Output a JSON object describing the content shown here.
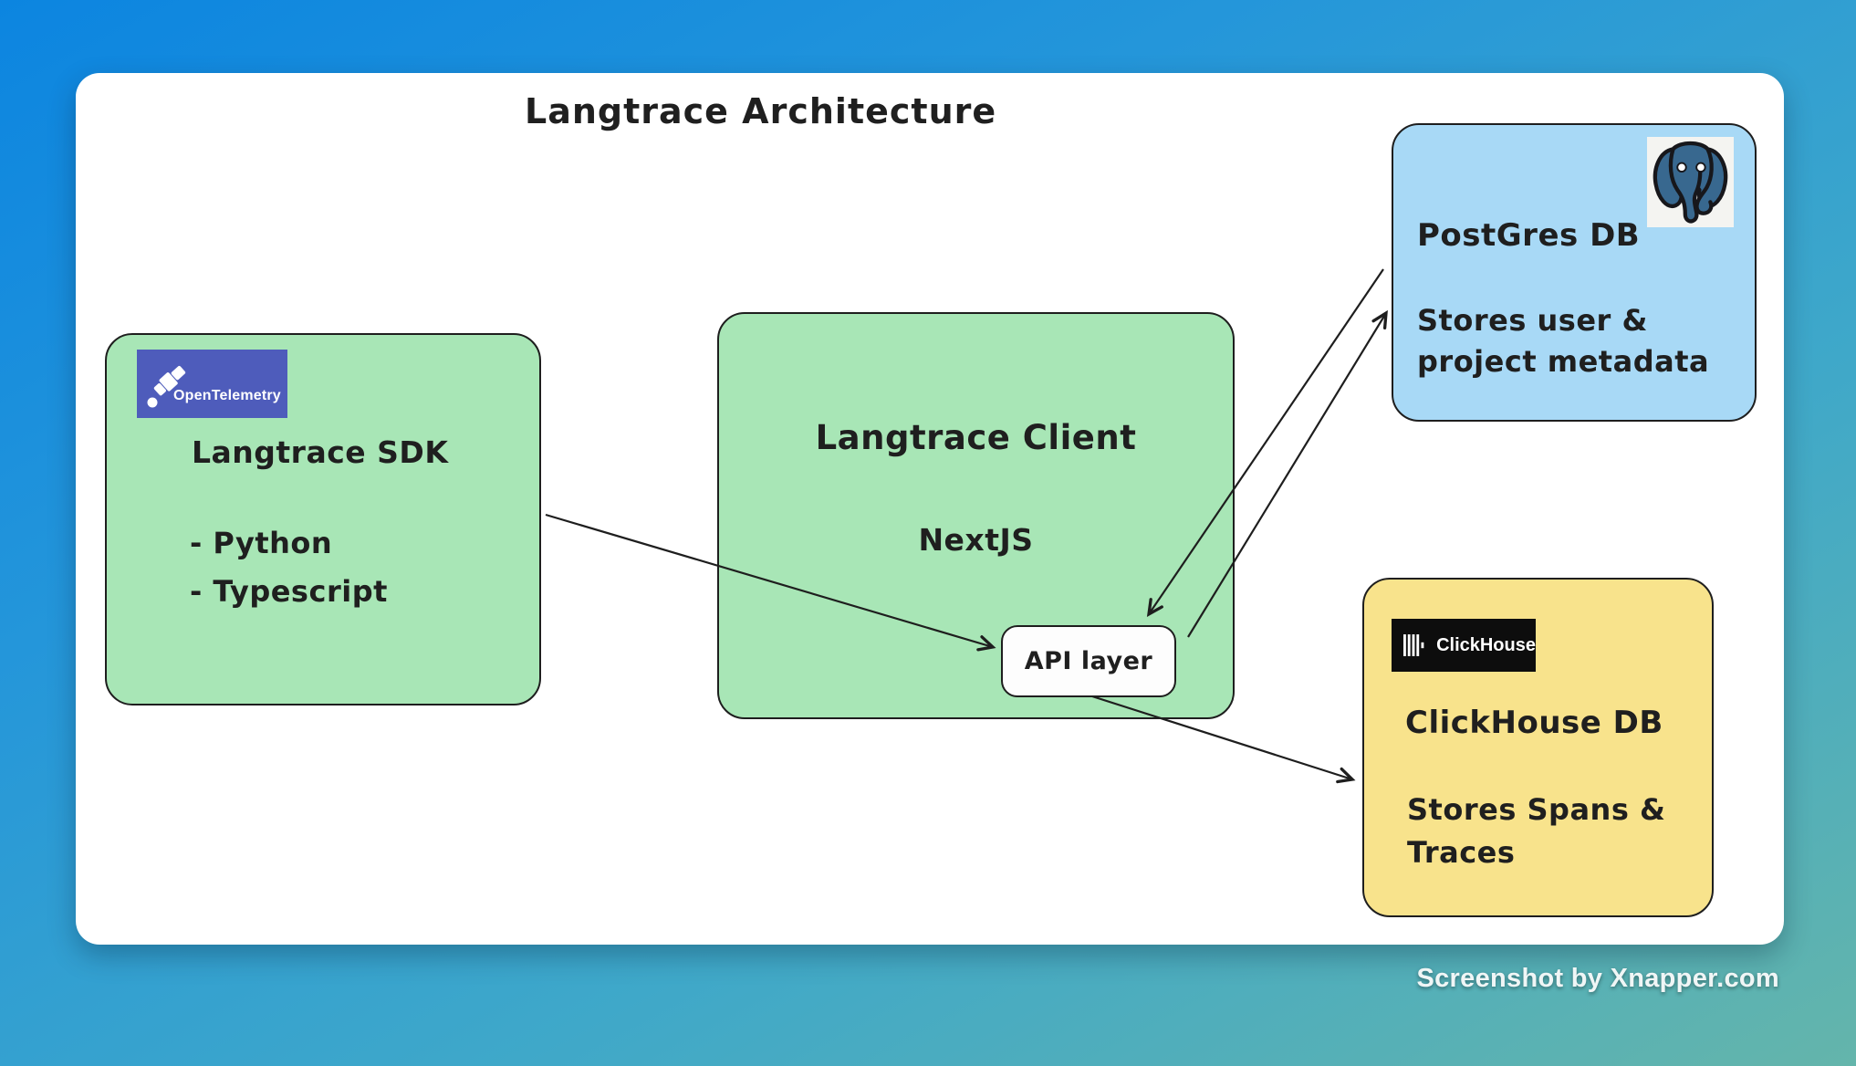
{
  "page": {
    "watermark": "Screenshot by Xnapper.com"
  },
  "diagram": {
    "title": "Langtrace Architecture",
    "nodes": {
      "sdk": {
        "title": "Langtrace SDK",
        "items": [
          "- Python",
          "- Typescript"
        ],
        "logo_label": "OpenTelemetry"
      },
      "client": {
        "title": "Langtrace Client",
        "framework": "NextJS",
        "api_box_label": "API layer"
      },
      "postgres": {
        "title": "PostGres DB",
        "description_lines": [
          "Stores user &",
          "project metadata"
        ]
      },
      "clickhouse": {
        "title": "ClickHouse DB",
        "description_lines": [
          "Stores Spans &",
          "Traces"
        ],
        "logo_label": "ClickHouse"
      }
    },
    "connections": [
      "Langtrace SDK -> API layer",
      "PostGres DB -> API layer",
      "API layer -> PostGres DB",
      "API layer -> ClickHouse DB"
    ],
    "colors": {
      "node_green": "#a8e6b6",
      "node_blue": "#a8d9f6",
      "node_yellow": "#f8e38c",
      "stroke": "#1e1e1e",
      "otel_indigo": "#4e5cbb",
      "postgres_blue": "#38688f",
      "clickhouse_black": "#0d0d0d",
      "background_top": "#0c85e0",
      "background_bottom": "#64b5ab"
    }
  }
}
